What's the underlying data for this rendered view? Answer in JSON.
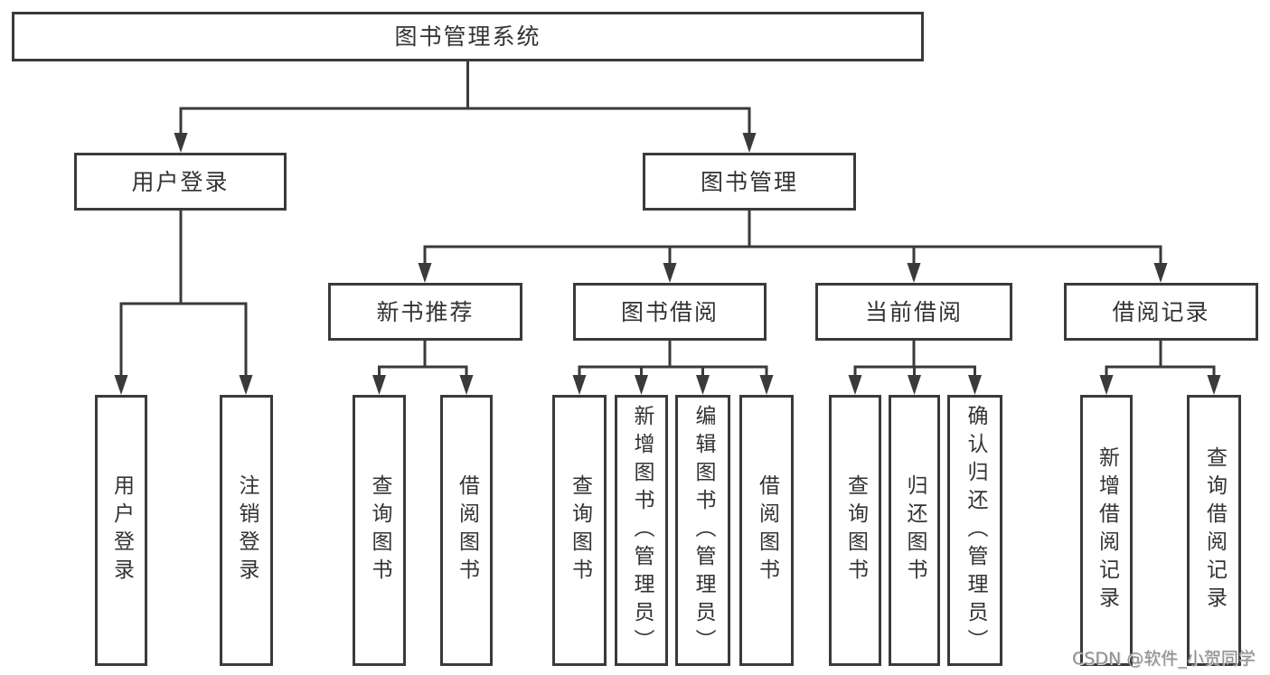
{
  "diagram": {
    "root": "图书管理系统",
    "level2": {
      "user_login": "用户登录",
      "book_management": "图书管理"
    },
    "user_login_children": [
      "用户登录",
      "注销登录"
    ],
    "book_management_children": [
      "新书推荐",
      "图书借阅",
      "当前借阅",
      "借阅记录"
    ],
    "new_book_recommend_children": [
      "查询图书",
      "借阅图书"
    ],
    "book_borrowing_children": [
      "查询图书",
      "新增图书（管理员）",
      "编辑图书（管理员）",
      "借阅图书"
    ],
    "current_borrowing_children": [
      "查询图书",
      "归还图书",
      "确认归还（管理员）"
    ],
    "borrowing_records_children": [
      "新增借阅记录",
      "查询借阅记录"
    ]
  },
  "watermark": "CSDN @软件_小贺同学",
  "colors": {
    "line": "#3a3a3a",
    "text": "#333333",
    "background": "#ffffff",
    "watermark": "#8f8f8f"
  }
}
